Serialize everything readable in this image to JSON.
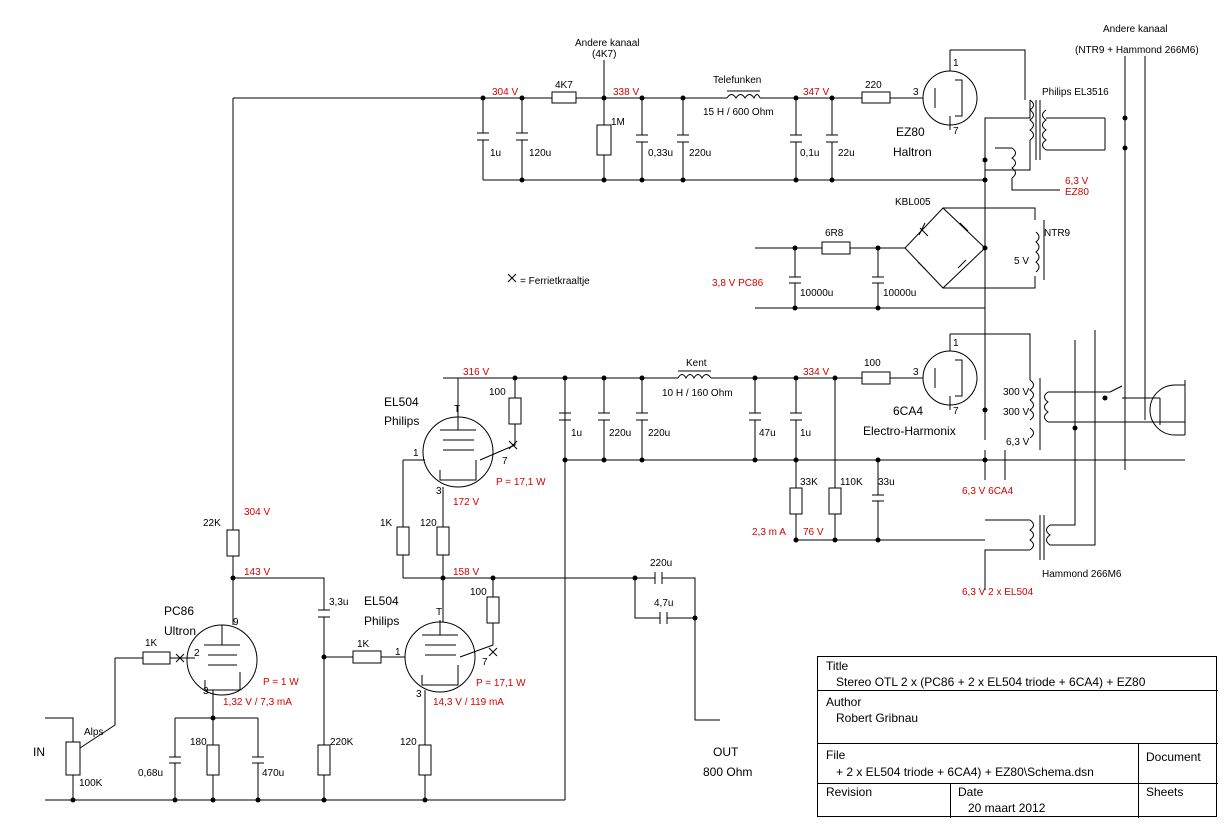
{
  "labels": {
    "other_channel_top": "Andere kanaal",
    "other_channel_top_value": "(4K7)",
    "other_channel_right": "Andere kanaal",
    "other_channel_right_value": "(NTR9 + Hammond 266M6)",
    "ferrite_note": "= Ferrietkraaltje",
    "input": "IN",
    "output": "OUT",
    "output_impedance": "800 Ohm",
    "alps": "Alps",
    "tube_pc86": "PC86",
    "tube_pc86_maker": "Ultron",
    "tube_el504_a": "EL504",
    "tube_el504_a_maker": "Philips",
    "tube_el504_b": "EL504",
    "tube_el504_b_maker": "Philips",
    "tube_ez80": "EZ80",
    "tube_ez80_maker": "Haltron",
    "tube_6ca4": "6CA4",
    "tube_6ca4_maker": "Electro-Harmonix",
    "choke_1": "Telefunken",
    "choke_1_spec": "15 H / 600 Ohm",
    "choke_2": "Kent",
    "choke_2_spec": "10 H / 160 Ohm",
    "trafo_1": "Philips EL3516",
    "trafo_2": "NTR9",
    "trafo_3": "Hammond 266M6",
    "bridge": "KBL005",
    "pin_1": "1",
    "pin_3": "3",
    "pin_7": "7",
    "pin_2": "2",
    "pin_9": "9",
    "pin_t": "T"
  },
  "voltages": {
    "v304_top": "304 V",
    "v338": "338 V",
    "v347": "347 V",
    "v316": "316 V",
    "v334": "334 V",
    "v304_mid": "304 V",
    "v143": "143 V",
    "v158": "158 V",
    "v172": "172 V",
    "v76": "76 V",
    "i23": "2,3 m A",
    "pc86_dc": "3,8 V  PC86",
    "p_pc86": "P = 1 W",
    "p_el504_top": "P = 17,1 W",
    "p_el504_bot": "P = 17,1 W",
    "pc86_op": "1,32 V / 7,3 mA",
    "el504_op": "14,3 V / 119 mA",
    "h_ez80_v": "6,3 V",
    "h_ez80": "EZ80",
    "h_5v": "5 V",
    "h_300a": "300 V",
    "h_300b": "300 V",
    "h_63": "6,3 V",
    "h_6ca4": "6,3 V  6CA4",
    "h_el504": "6,3 V  2 x EL504"
  },
  "components": {
    "r_4k7": "4K7",
    "r_220": "220",
    "r_1m": "1M",
    "r_6r8": "6R8",
    "r_100_a": "100",
    "r_100_b": "100",
    "r_100_c": "100",
    "r_22k": "22K",
    "r_1k_a": "1K",
    "r_1k_b": "1K",
    "r_1k_c": "1K",
    "r_120_a": "120",
    "r_120_b": "120",
    "r_180": "180",
    "r_220k": "220K",
    "r_33k": "33K",
    "r_110k": "110K",
    "r_100k": "100K",
    "c_1u_a": "1u",
    "c_120u": "120u",
    "c_033u": "0,33u",
    "c_220u_a": "220u",
    "c_01u": "0,1u",
    "c_22u": "22u",
    "c_10000u_a": "10000u",
    "c_10000u_b": "10000u",
    "c_1u_b": "1u",
    "c_220u_b": "220u",
    "c_220u_c": "220u",
    "c_47u": "47u",
    "c_1u_c": "1u",
    "c_33u": "33u",
    "c_33u_small": "3,3u",
    "c_068u": "0,68u",
    "c_470u": "470u",
    "c_220u_out": "220u",
    "c_47u_out": "4,7u"
  },
  "title_block": {
    "title_label": "Title",
    "title": "Stereo OTL 2 x (PC86 + 2 x EL504 triode + 6CA4) + EZ80",
    "author_label": "Author",
    "author": "Robert Gribnau",
    "file_label": "File",
    "file": "+ 2 x EL504 triode + 6CA4) + EZ80\\Schema.dsn",
    "document_label": "Document",
    "revision_label": "Revision",
    "date_label": "Date",
    "date": "20 maart 2012",
    "sheets_label": "Sheets"
  }
}
